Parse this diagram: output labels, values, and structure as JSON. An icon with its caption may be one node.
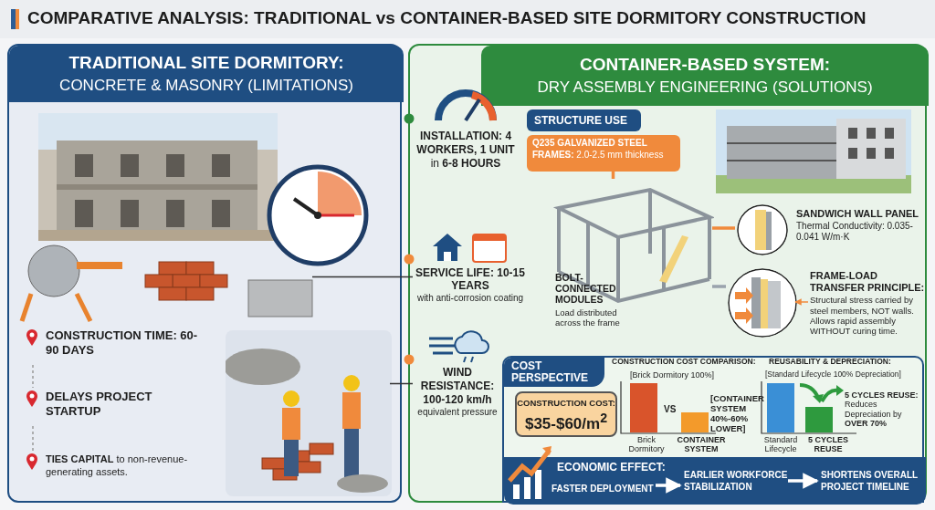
{
  "diagram": {
    "title": "COMPARATIVE ANALYSIS: TRADITIONAL vs CONTAINER-BASED SITE DORMITORY CONSTRUCTION",
    "nodes": [
      {
        "text": [
          "TRADITIONAL SITE DORMITORY:",
          "CONCRETE & MASONRY (LIMITATIONS)"
        ]
      },
      {
        "text": [],
        "shape": "picture",
        "in": 0
      },
      {
        "text": [],
        "shape": "picture",
        "in": 0
      },
      {
        "text": [],
        "shape": "picture",
        "in": 0
      },
      {
        "text": [],
        "shape": "picture",
        "in": 0
      },
      {
        "text": [
          "CONSTRUCTION TIME: 60-90 DAYS"
        ],
        "in": 0
      },
      {
        "text": [
          "DELAYS PROJECT STARTUP"
        ],
        "in": 0
      },
      {
        "text": [
          "**TIES CAPITAL** to non-revenue-generating assets."
        ],
        "in": 0
      },
      {
        "text": [
          "CONTAINER-BASED SYSTEM:",
          "DRY ASSEMBLY ENGINEERING (SOLUTIONS)"
        ]
      },
      {
        "text": [
          "**INSTALLATION: 4 WORKERS, 1 UNIT** in **6-8 HOURS**"
        ],
        "in": 8
      },
      {
        "text": [
          "SERVICE LIFE: 10-15 YEARS",
          "with anti-corrosion coating"
        ],
        "in": 8
      },
      {
        "text": [
          "WIND RESISTANCE: 100-120 km/h",
          "equivalent pressure"
        ],
        "in": 8
      },
      {
        "text": [
          "STRUCTURE USE"
        ],
        "in": 8
      },
      {
        "text": [
          "**Q235 GALVANIZED STEEL FRAMES:** 2.0-2.5 mm thickness"
        ],
        "in": 8
      },
      {
        "text": [],
        "shape": "picture",
        "in": 8
      },
      {
        "text": [],
        "shape": "picture",
        "in": 8
      },
      {
        "text": [],
        "shape": "circle",
        "in": 8
      },
      {
        "text": [
          "SANDWICH WALL PANEL",
          "Thermal Conductivity: 0.035-0.041 W/m·K"
        ],
        "in": 8
      },
      {
        "text": [],
        "shape": "circle",
        "in": 8
      },
      {
        "text": [
          "FRAME-LOAD TRANSFER PRINCIPLE:",
          "Structural stress carried by steel members, NOT walls. Allows rapid assembly WITHOUT curing time."
        ],
        "in": 8
      },
      {
        "text": [
          "COST PERSPECTIVE"
        ],
        "in": 8
      },
      {
        "text": [
          "CONSTRUCTION COST:",
          "$35-$60/m$^{2}$"
        ],
        "in": 20
      },
      {
        "text": [
          "ECONOMIC EFFECT:"
        ],
        "in": 20
      },
      {
        "text": [
          "FASTER DEPLOYMENT"
        ],
        "in": 22
      },
      {
        "text": [
          "EARLIER WORKFORCE STABILIZATION"
        ],
        "in": 22
      },
      {
        "text": [
          "SHORTENS OVERALL PROJECT TIMELINE"
        ],
        "in": 22
      }
    ],
    "edges": [
      {
        "from": 5,
        "to": 6,
        "arrow": "none",
        "style": "dashed",
        "color": "#999999"
      },
      {
        "from": 6,
        "to": 7,
        "arrow": "none",
        "style": "dashed",
        "color": "#999999"
      },
      {
        "from": 3,
        "to": 10,
        "arrow": "none",
        "color": "#333333"
      },
      {
        "from": 4,
        "to": 11,
        "arrow": "none",
        "color": "#333333"
      },
      {
        "from": 13,
        "to": 14,
        "arrow": "none",
        "style": "thick",
        "color": "#f08a3c"
      },
      {
        "from": 14,
        "to": 16,
        "arrow": "none",
        "style": "thick",
        "color": "#f08a3c"
      },
      {
        "from": 14,
        "to": 18,
        "arrow": "none",
        "style": "thick",
        "color": "#9aa3ad"
      },
      {
        "from": 19,
        "to": 18,
        "arrow": "to",
        "color": "#f08a3c"
      },
      {
        "from": 23,
        "to": 24,
        "arrow": "to",
        "style": "thick",
        "color": "#ffffff"
      },
      {
        "from": 24,
        "to": 25,
        "arrow": "to",
        "style": "thick",
        "color": "#ffffff"
      }
    ],
    "labels": [
      "BOLT-CONNECTED MODULES",
      "Load distributed across the frame",
      "CONSTRUCTION COST COMPARISON:",
      "[Brick Dormitory 100%]",
      "VS",
      "[CONTAINER SYSTEM **40%-60%** LOWER]",
      "Brick Dormitory",
      "CONTAINER SYSTEM",
      "REUSABILITY & DEPRECIATION:",
      "[Standard Lifecycle 100% Depreciation]",
      "**5 CYCLES REUSE:** Reduces Depreciation by **OVER 70%**",
      "Standard Lifecycle",
      "5 CYCLES REUSE"
    ]
  }
}
